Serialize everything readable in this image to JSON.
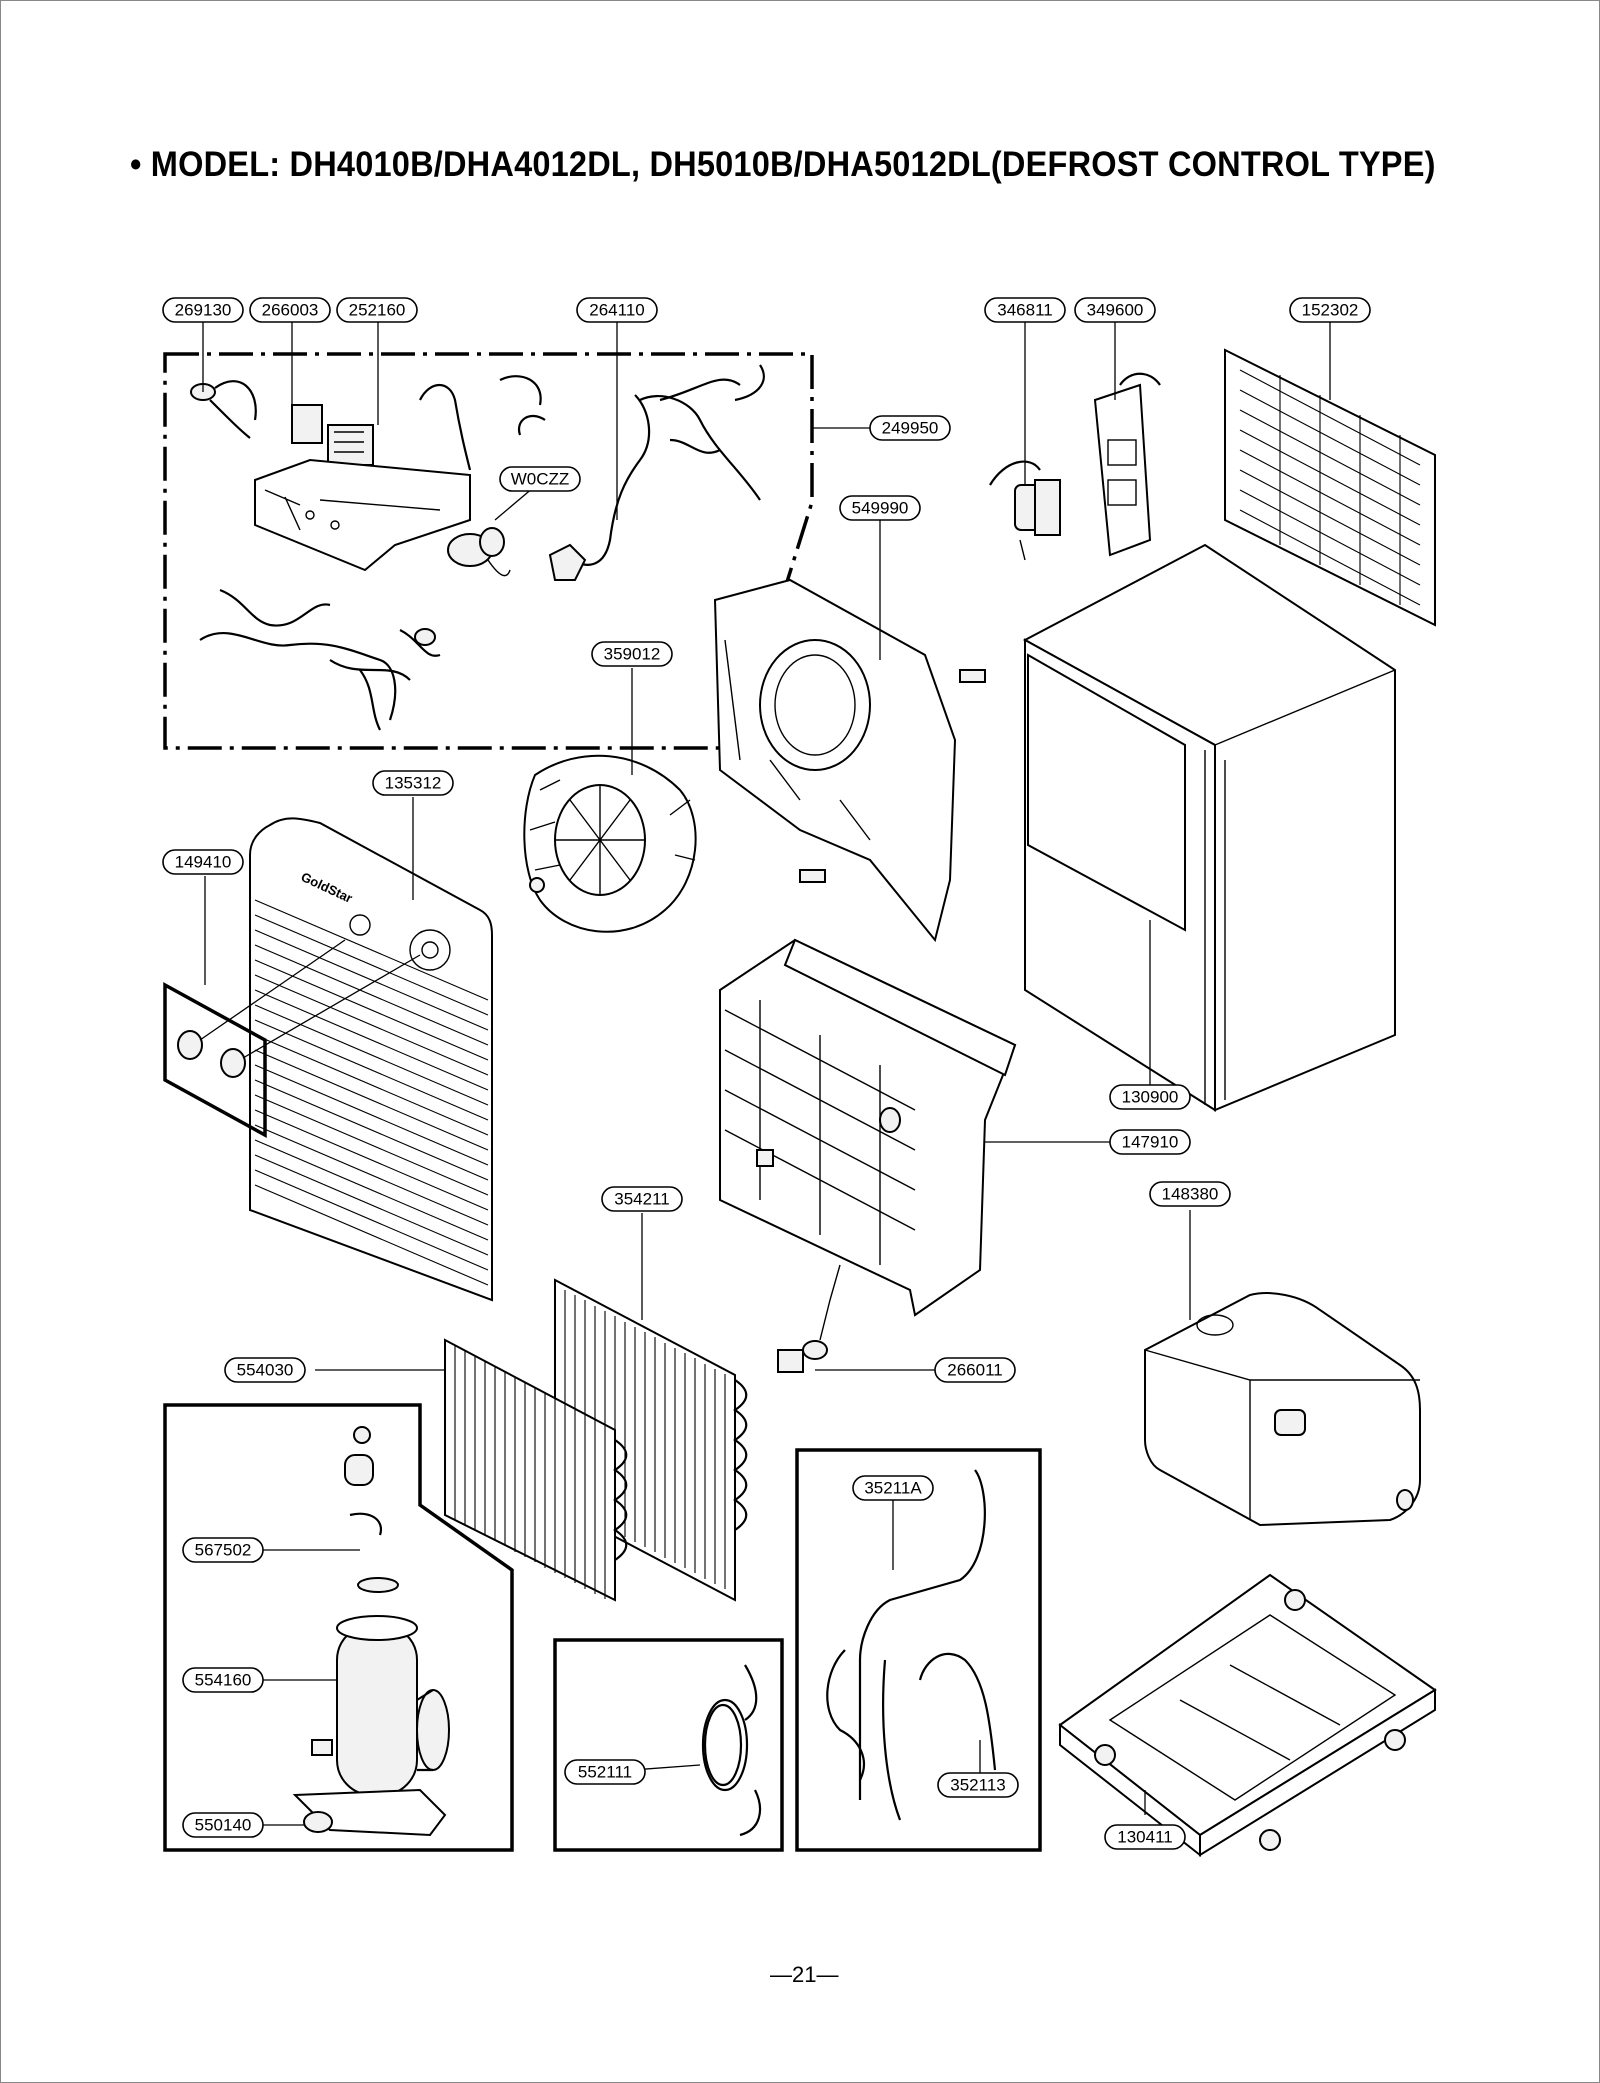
{
  "title": "• MODEL: DH4010B/DHA4012DL, DH5010B/DHA5012DL(DEFROST CONTROL TYPE)",
  "page_number": "—21—",
  "part_labels": {
    "p269130": "269130",
    "p266003": "266003",
    "p252160": "252160",
    "p264110": "264110",
    "p346811": "346811",
    "p349600": "349600",
    "p152302": "152302",
    "p249950": "249950",
    "pW0CZZ": "W0CZZ",
    "p549990": "549990",
    "p359012": "359012",
    "p135312": "135312",
    "p149410": "149410",
    "p130900": "130900",
    "p147910": "147910",
    "p148380": "148380",
    "p354211": "354211",
    "p554030": "554030",
    "p266011": "266011",
    "p35211A": "35211A",
    "p567502": "567502",
    "p554160": "554160",
    "p552111": "552111",
    "p352113": "352113",
    "p550140": "550140",
    "p130411": "130411"
  },
  "brand_text": "GoldStar"
}
